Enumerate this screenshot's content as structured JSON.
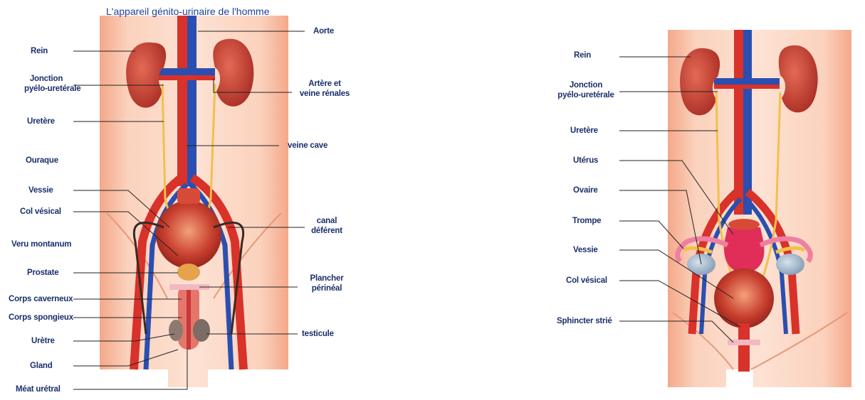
{
  "male": {
    "title": "L'appareil génito-urinaire de l'homme",
    "labels": {
      "aorte": "Aorte",
      "rein": "Rein",
      "jonction_line1": "Jonction",
      "jonction_line2": "pyélo-uretérale",
      "artere_line1": "Artère et",
      "artere_line2": "veine rénales",
      "uretere": "Uretère",
      "veine_cave": "veine cave",
      "ouraque": "Ouraque",
      "vessie": "Vessie",
      "col_vesical": "Col vésical",
      "canal_line1": "canal",
      "canal_line2": "déférent",
      "veru": "Veru montanum",
      "prostate": "Prostate",
      "plancher_line1": "Plancher",
      "plancher_line2": "périnéal",
      "corps_caverneux": "Corps caverneux",
      "corps_spongieux": "Corps spongieux",
      "uretre": "Urètre",
      "testicule": "testicule",
      "gland": "Gland",
      "meat": "Méat urétral"
    }
  },
  "female": {
    "labels": {
      "rein": "Rein",
      "jonction_line1": "Jonction",
      "jonction_line2": "pyélo-uretérale",
      "uretere": "Uretère",
      "uterus": "Utérus",
      "ovaire": "Ovaire",
      "trompe": "Trompe",
      "vessie": "Vessie",
      "col_vesical": "Col vésical",
      "sphincter": "Sphincter strié"
    }
  },
  "colors": {
    "skin": "#f6b999",
    "skin_dark": "#e8906c",
    "artery": "#d8322a",
    "vein": "#2a4fb0",
    "kidney": "#c8483a",
    "ureter": "#f2c04a",
    "label_text": "#1b2f6b",
    "title_text": "#1f3f9a"
  }
}
